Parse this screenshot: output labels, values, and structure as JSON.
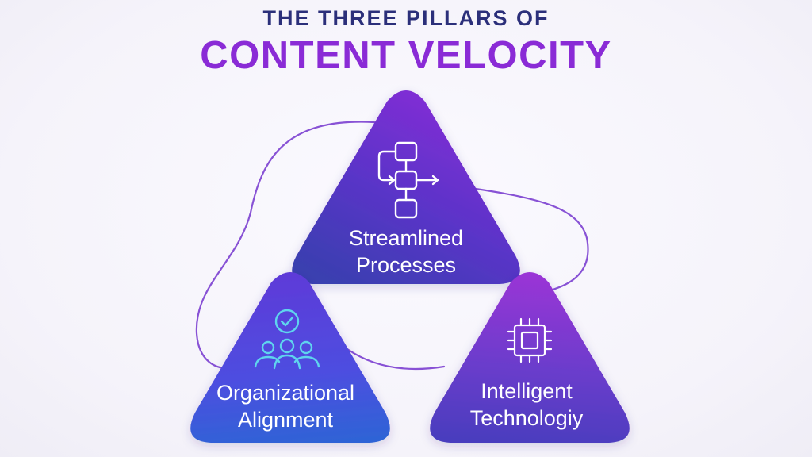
{
  "header": {
    "subtitle": "THE THREE PILLARS OF",
    "title": "CONTENT VELOCITY"
  },
  "pillars": [
    {
      "id": "processes",
      "line1": "Streamlined",
      "line2": "Processes",
      "icon": "flowchart-icon"
    },
    {
      "id": "alignment",
      "line1": "Organizational",
      "line2": "Alignment",
      "icon": "team-check-icon"
    },
    {
      "id": "technology",
      "line1": "Intelligent",
      "line2": "Technologiy",
      "icon": "chip-icon"
    }
  ],
  "colors": {
    "title_dark": "#2b2f7a",
    "title_purple": "#8a2bd6",
    "connector": "#7b3fd0",
    "icon_white": "#ffffff",
    "icon_cyan": "#5fd4ee"
  }
}
